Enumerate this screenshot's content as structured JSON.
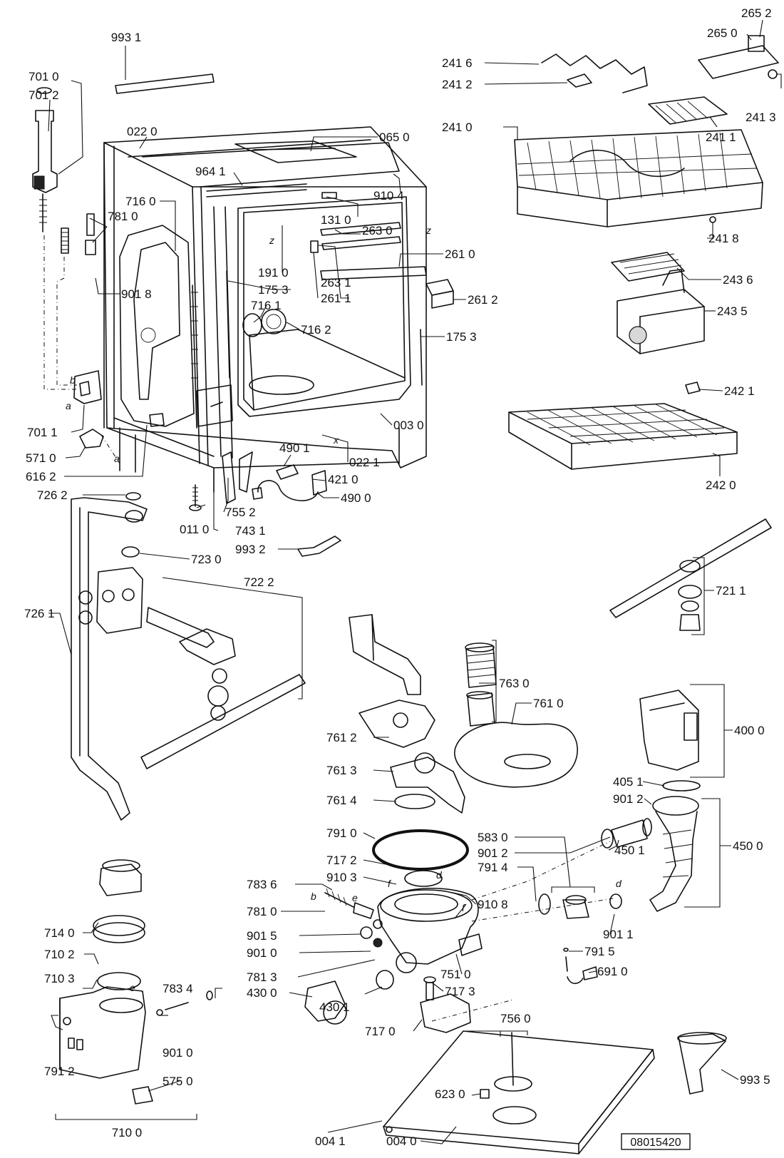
{
  "document_id": "08015420",
  "callouts": [
    {
      "id": "9931",
      "text": "993 1"
    },
    {
      "id": "7010",
      "text": "701 0"
    },
    {
      "id": "7012",
      "text": "701 2"
    },
    {
      "id": "0220",
      "text": "022 0"
    },
    {
      "id": "0650",
      "text": "065 0"
    },
    {
      "id": "9641",
      "text": "964 1"
    },
    {
      "id": "7160",
      "text": "716 0"
    },
    {
      "id": "7810a",
      "text": "781 0"
    },
    {
      "id": "9104",
      "text": "910 4"
    },
    {
      "id": "1310",
      "text": "131 0"
    },
    {
      "id": "2630",
      "text": "263 0"
    },
    {
      "id": "2610",
      "text": "261 0"
    },
    {
      "id": "1910",
      "text": "191 0"
    },
    {
      "id": "1753a",
      "text": "175 3"
    },
    {
      "id": "2631",
      "text": "263 1"
    },
    {
      "id": "2611",
      "text": "261 1"
    },
    {
      "id": "2612",
      "text": "261 2"
    },
    {
      "id": "9018",
      "text": "901 8"
    },
    {
      "id": "7161",
      "text": "716 1"
    },
    {
      "id": "7162",
      "text": "716 2"
    },
    {
      "id": "1753b",
      "text": "175 3"
    },
    {
      "id": "7011",
      "text": "701 1"
    },
    {
      "id": "0030",
      "text": "003 0"
    },
    {
      "id": "5710",
      "text": "571 0"
    },
    {
      "id": "4901",
      "text": "490 1"
    },
    {
      "id": "0221",
      "text": "022 1"
    },
    {
      "id": "6162",
      "text": "616 2"
    },
    {
      "id": "4210",
      "text": "421 0"
    },
    {
      "id": "4900",
      "text": "490 0"
    },
    {
      "id": "7262",
      "text": "726 2"
    },
    {
      "id": "7552",
      "text": "755 2"
    },
    {
      "id": "0110",
      "text": "011 0"
    },
    {
      "id": "7431",
      "text": "743 1"
    },
    {
      "id": "9932",
      "text": "993 2"
    },
    {
      "id": "7230",
      "text": "723 0"
    },
    {
      "id": "7222",
      "text": "722 2"
    },
    {
      "id": "7261",
      "text": "726 1"
    },
    {
      "id": "2652",
      "text": "265 2"
    },
    {
      "id": "2650",
      "text": "265 0"
    },
    {
      "id": "2416",
      "text": "241 6"
    },
    {
      "id": "2412",
      "text": "241 2"
    },
    {
      "id": "2413",
      "text": "241 3"
    },
    {
      "id": "2410",
      "text": "241 0"
    },
    {
      "id": "2411",
      "text": "241 1"
    },
    {
      "id": "2418",
      "text": "241 8"
    },
    {
      "id": "2436",
      "text": "243 6"
    },
    {
      "id": "2435",
      "text": "243 5"
    },
    {
      "id": "2421",
      "text": "242 1"
    },
    {
      "id": "2420",
      "text": "242 0"
    },
    {
      "id": "7211",
      "text": "721 1"
    },
    {
      "id": "7630",
      "text": "763 0"
    },
    {
      "id": "7610",
      "text": "761 0"
    },
    {
      "id": "4000",
      "text": "400 0"
    },
    {
      "id": "7612",
      "text": "761 2"
    },
    {
      "id": "4051",
      "text": "405 1"
    },
    {
      "id": "7613",
      "text": "761 3"
    },
    {
      "id": "9012a",
      "text": "901 2"
    },
    {
      "id": "7614",
      "text": "761 4"
    },
    {
      "id": "4500",
      "text": "450 0"
    },
    {
      "id": "7910",
      "text": "791 0"
    },
    {
      "id": "5830",
      "text": "583 0"
    },
    {
      "id": "9012b",
      "text": "901 2"
    },
    {
      "id": "4501",
      "text": "450 1"
    },
    {
      "id": "7172",
      "text": "717 2"
    },
    {
      "id": "9103",
      "text": "910 3"
    },
    {
      "id": "7914",
      "text": "791 4"
    },
    {
      "id": "7836",
      "text": "783 6"
    },
    {
      "id": "9108",
      "text": "910 8"
    },
    {
      "id": "7810b",
      "text": "781 0"
    },
    {
      "id": "9015",
      "text": "901 5"
    },
    {
      "id": "9011",
      "text": "901 1"
    },
    {
      "id": "9010a",
      "text": "901 0"
    },
    {
      "id": "7140",
      "text": "714 0"
    },
    {
      "id": "7915",
      "text": "791 5"
    },
    {
      "id": "7102",
      "text": "710 2"
    },
    {
      "id": "6910",
      "text": "691 0"
    },
    {
      "id": "7813",
      "text": "781 3"
    },
    {
      "id": "7510",
      "text": "751 0"
    },
    {
      "id": "7103",
      "text": "710 3"
    },
    {
      "id": "7834",
      "text": "783 4"
    },
    {
      "id": "4300",
      "text": "430 0"
    },
    {
      "id": "7173",
      "text": "717 3"
    },
    {
      "id": "4301",
      "text": "430 1"
    },
    {
      "id": "7560",
      "text": "756 0"
    },
    {
      "id": "7170",
      "text": "717 0"
    },
    {
      "id": "9010b",
      "text": "901 0"
    },
    {
      "id": "7912",
      "text": "791 2"
    },
    {
      "id": "5750",
      "text": "575 0"
    },
    {
      "id": "6230",
      "text": "623 0"
    },
    {
      "id": "9935",
      "text": "993 5"
    },
    {
      "id": "7100",
      "text": "710 0"
    },
    {
      "id": "0041",
      "text": "004 1"
    },
    {
      "id": "0040",
      "text": "004 0"
    }
  ],
  "connector_letters": [
    {
      "id": "b1",
      "text": "b"
    },
    {
      "id": "a1",
      "text": "a"
    },
    {
      "id": "a2",
      "text": "a"
    },
    {
      "id": "z1",
      "text": "z"
    },
    {
      "id": "z2",
      "text": "z"
    },
    {
      "id": "x1",
      "text": "x"
    },
    {
      "id": "d1",
      "text": "d"
    },
    {
      "id": "d2",
      "text": "d"
    },
    {
      "id": "e1",
      "text": "e"
    },
    {
      "id": "e2",
      "text": "e"
    },
    {
      "id": "f1",
      "text": "f"
    },
    {
      "id": "f2",
      "text": "f"
    },
    {
      "id": "b2",
      "text": "b"
    }
  ]
}
